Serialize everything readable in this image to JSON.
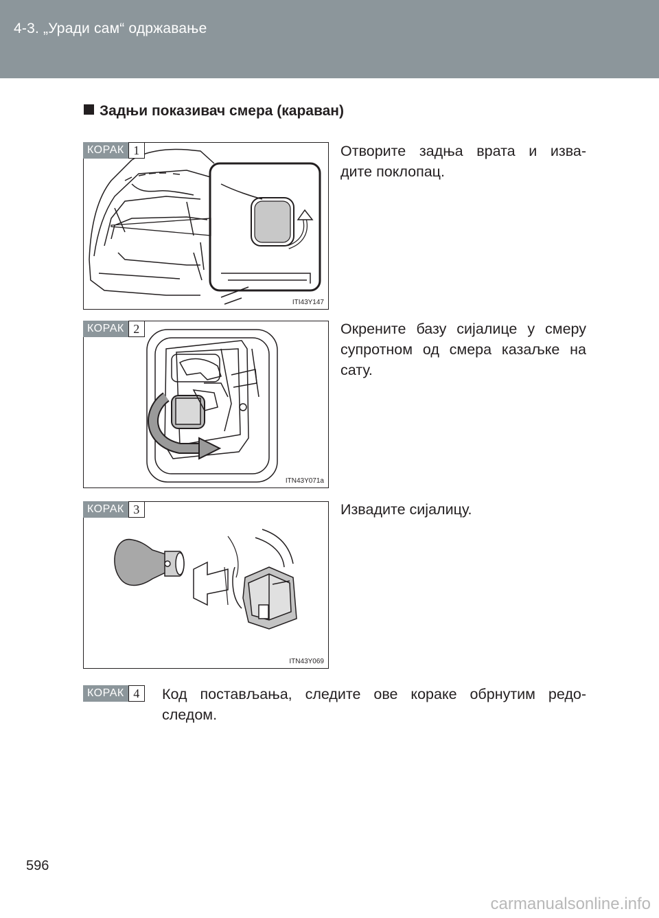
{
  "header": {
    "section": "4-3.  „Уради сам“ одржавање"
  },
  "title": "Задњи показивач смера (караван)",
  "step_label": "КОРАК",
  "steps": [
    {
      "num": "1",
      "text_lines": [
        "Отворите задња врата и изва-",
        "дите поклопац."
      ],
      "figure_code": "ITI43Y147"
    },
    {
      "num": "2",
      "text_lines": [
        "Окрените базу сијалице у смеру",
        "супротном од смера казаљке на",
        "сату."
      ],
      "figure_code": "ITN43Y071a"
    },
    {
      "num": "3",
      "text_lines": [
        "Извадите сијалицу."
      ],
      "figure_code": "ITN43Y069"
    },
    {
      "num": "4",
      "text_lines": [
        "Код постављања, следите ове кораке обрнутим редо-",
        "следом."
      ]
    }
  ],
  "page_number": "596",
  "watermark": "carmanualsonline.info"
}
